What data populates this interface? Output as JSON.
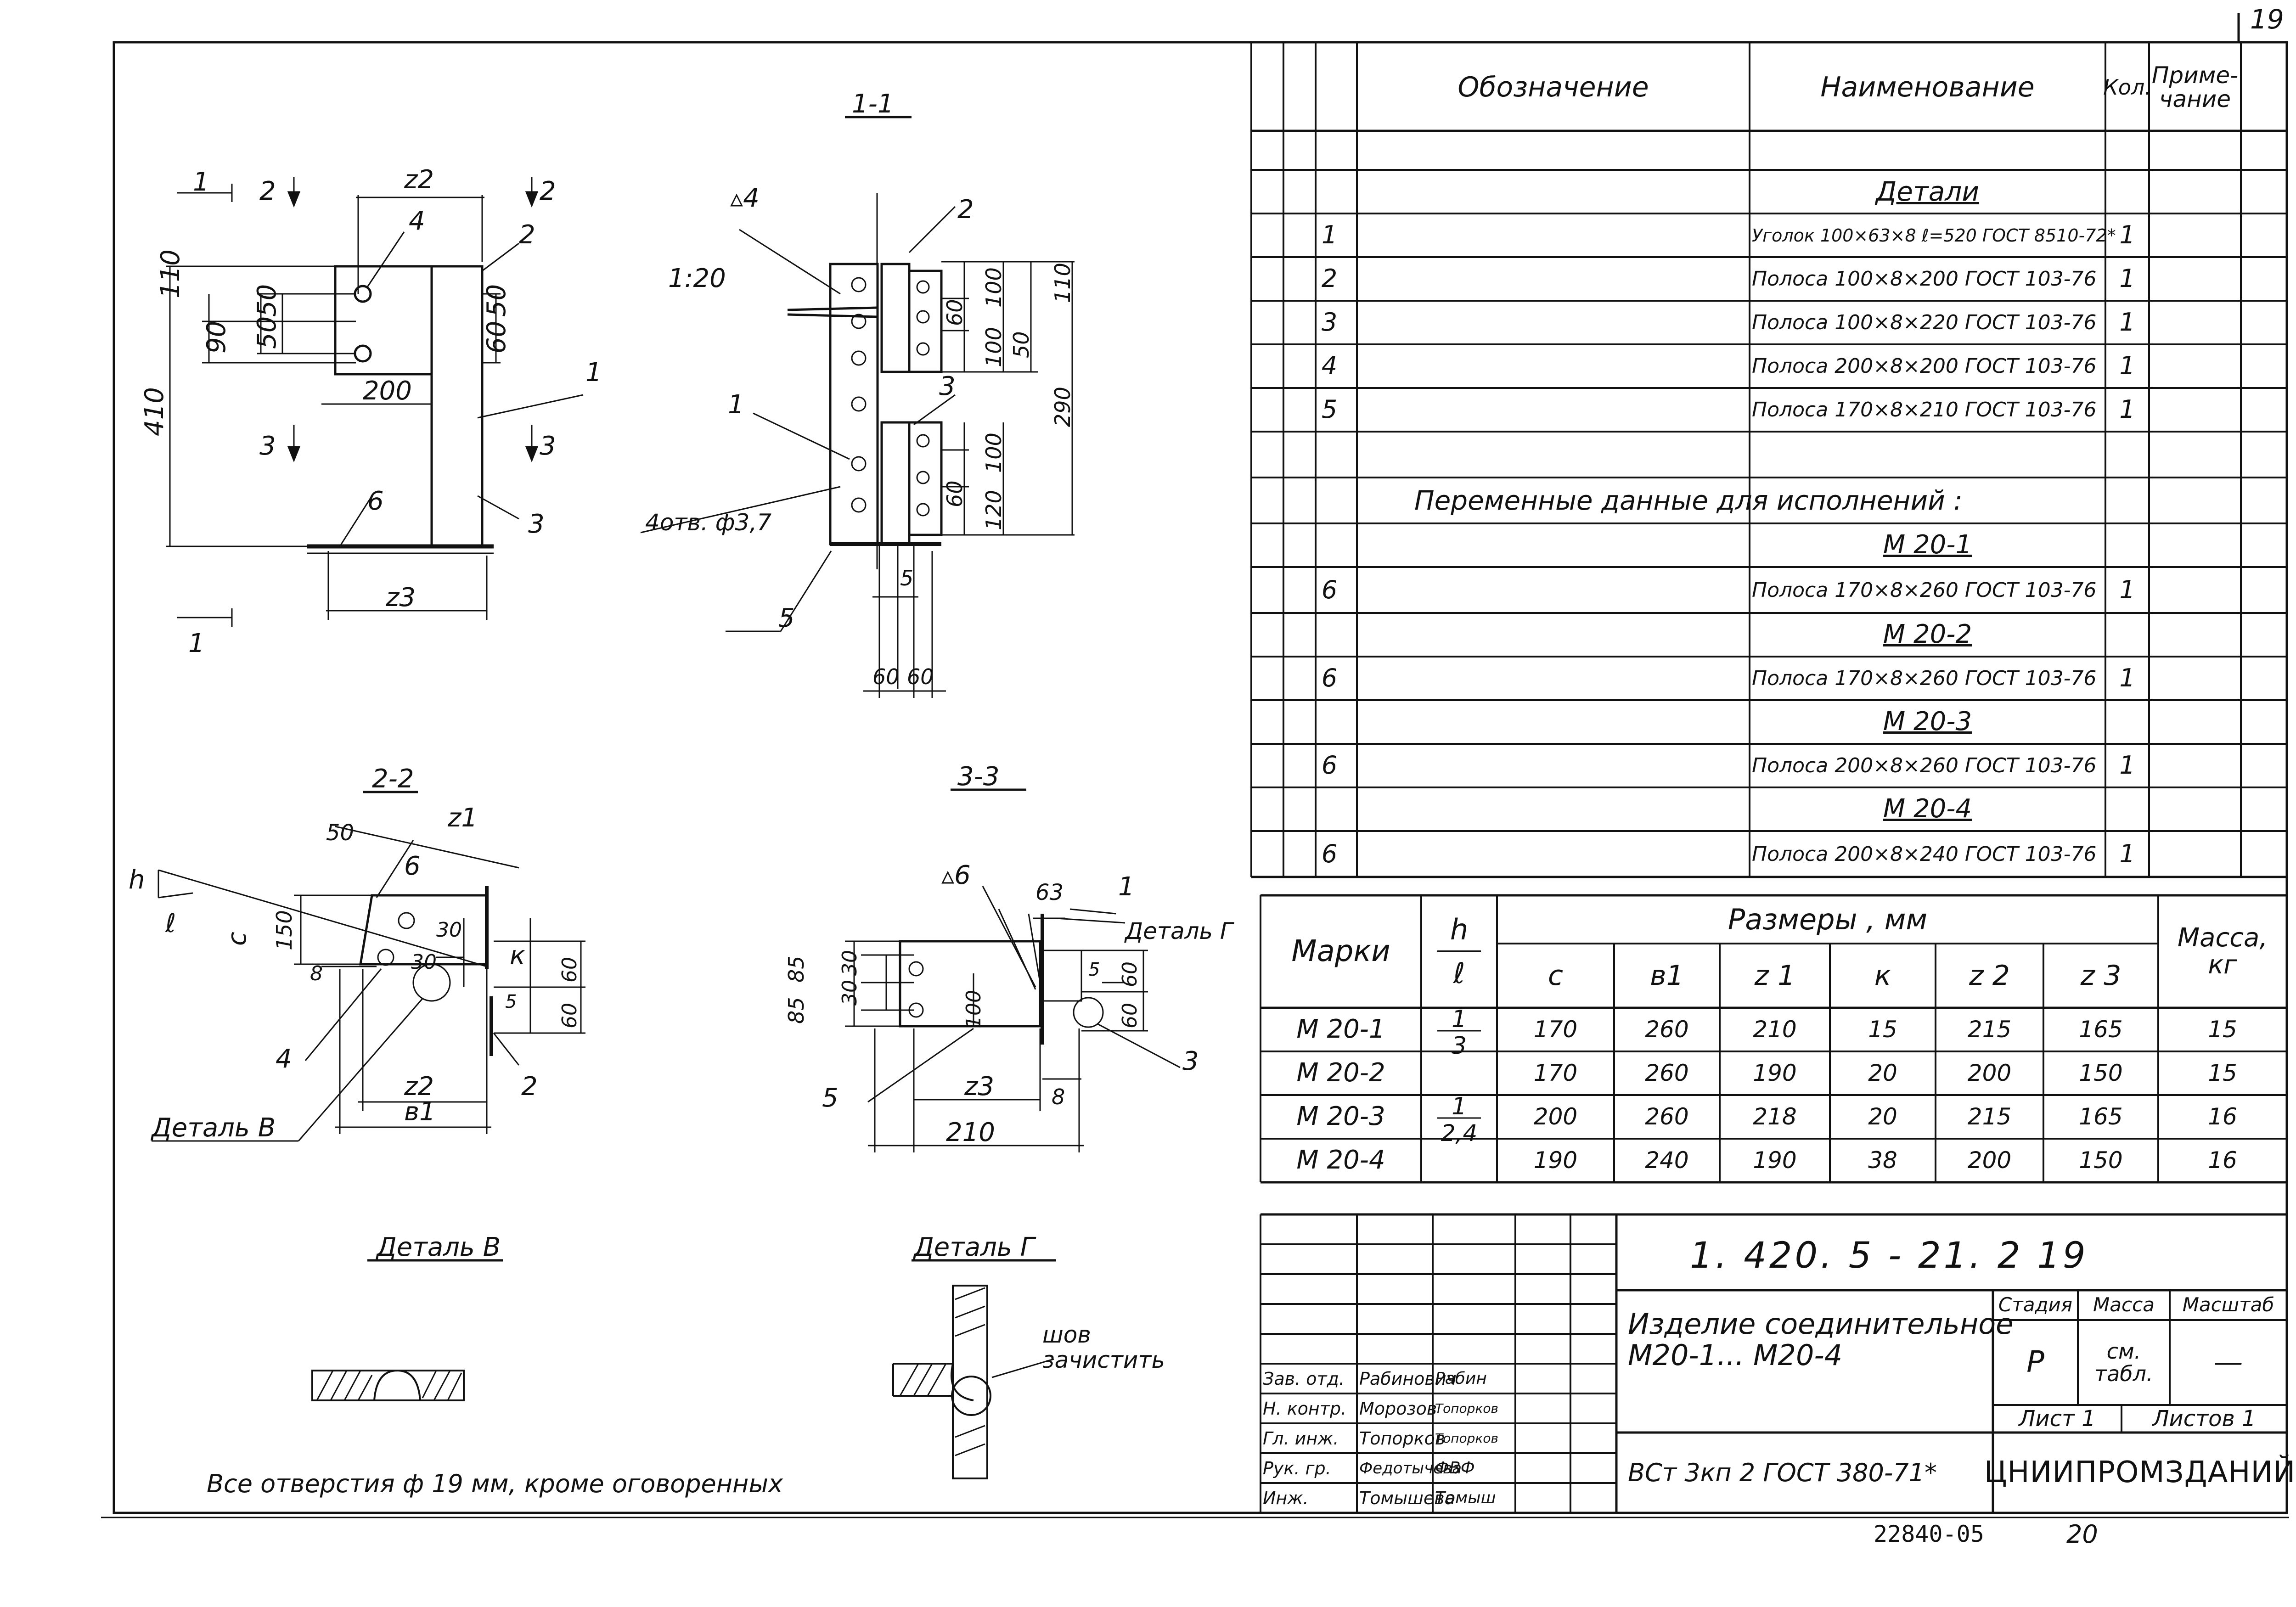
{
  "sheet": {
    "corner_number": "19",
    "stamp_number": "22840-05",
    "stamp_page": "20",
    "footnote": "Все отверстия ф 19 мм, кроме оговоренных"
  },
  "spec_table": {
    "headers": {
      "designation": "Обозначение",
      "name": "Наименование",
      "qty": "Кол.",
      "note": "Приме-\nчание"
    },
    "section_details": "Детали",
    "rows": [
      {
        "pos": "1",
        "name": "Уголок 100×63×8 ℓ=520 ГОСТ 8510-72*",
        "qty": "1"
      },
      {
        "pos": "2",
        "name": "Полоса 100×8×200 ГОСТ 103-76",
        "qty": "1"
      },
      {
        "pos": "3",
        "name": "Полоса 100×8×220 ГОСТ 103-76",
        "qty": "1"
      },
      {
        "pos": "4",
        "name": "Полоса 200×8×200 ГОСТ 103-76",
        "qty": "1"
      },
      {
        "pos": "5",
        "name": "Полоса 170×8×210 ГОСТ 103-76",
        "qty": "1"
      }
    ],
    "variable_title": "Переменные данные для исполнений :",
    "variants": [
      {
        "label": "М 20-1",
        "pos": "6",
        "name": "Полоса 170×8×260 ГОСТ 103-76",
        "qty": "1"
      },
      {
        "label": "М 20-2",
        "pos": "6",
        "name": "Полоса 170×8×260 ГОСТ 103-76",
        "qty": "1"
      },
      {
        "label": "М 20-3",
        "pos": "6",
        "name": "Полоса 200×8×260 ГОСТ 103-76",
        "qty": "1"
      },
      {
        "label": "М 20-4",
        "pos": "6",
        "name": "Полоса 200×8×240 ГОСТ 103-76",
        "qty": "1"
      }
    ]
  },
  "dims_table": {
    "marks_header": "Марки",
    "h_header": "h",
    "l_header": "ℓ",
    "sizes_header": "Размеры , мм",
    "mass_header": "Масса,\nкг",
    "cols": [
      "c",
      "в1",
      "z 1",
      "к",
      "z 2",
      "z 3"
    ],
    "ratio_1": {
      "num": "1",
      "den": "3"
    },
    "ratio_2": {
      "num": "1",
      "den": "2,4"
    },
    "rows": [
      {
        "mark": "М 20-1",
        "c": "170",
        "b1": "260",
        "z1": "210",
        "k": "15",
        "z2": "215",
        "z3": "165",
        "mass": "15"
      },
      {
        "mark": "М 20-2",
        "c": "170",
        "b1": "260",
        "z1": "190",
        "k": "20",
        "z2": "200",
        "z3": "150",
        "mass": "15"
      },
      {
        "mark": "М 20-3",
        "c": "200",
        "b1": "260",
        "z1": "218",
        "k": "20",
        "z2": "215",
        "z3": "165",
        "mass": "16"
      },
      {
        "mark": "М 20-4",
        "c": "190",
        "b1": "240",
        "z1": "190",
        "k": "38",
        "z2": "200",
        "z3": "150",
        "mass": "16"
      }
    ]
  },
  "title_block": {
    "doc_code": "1. 420. 5 - 21. 2 19",
    "title": "Изделие соединительное\nМ20-1... М20-4",
    "material": "ВСт 3кп 2 ГОСТ 380-71*",
    "stage_label": "Стадия",
    "mass_label": "Масса",
    "scale_label": "Масштаб",
    "stage": "Р",
    "mass": "см.\nтабл.",
    "scale": "—",
    "sheet_label": "Лист 1",
    "sheets_label": "Листов 1",
    "org": "ЦНИИПРОМЗДАНИЙ",
    "signers": [
      {
        "role": "Зав. отд.",
        "name": "Рабинович",
        "sign": "Рабин"
      },
      {
        "role": "Н. контр.",
        "name": "Морозов",
        "sign": "Топорков"
      },
      {
        "role": "Гл. инж.",
        "name": "Топорков",
        "sign": "Топорков"
      },
      {
        "role": "Рук. гр.",
        "name": "Федотычева",
        "sign": "ФВФ"
      },
      {
        "role": "Инж.",
        "name": "Томышева",
        "sign": "Томыш"
      }
    ]
  },
  "drawings": {
    "main": {
      "section_1": "1",
      "section_2": "2",
      "section_3": "3",
      "z2": "z2",
      "z3": "z3",
      "dim_110": "110",
      "dim_90": "90",
      "dim_410": "410",
      "dim_50a": "50",
      "dim_50b": "50",
      "dim_60": "60",
      "dim_50c": "50",
      "dim_200": "200",
      "pos_4": "4",
      "pos_2": "2",
      "pos_1": "1",
      "pos_3": "3",
      "pos_6": "6"
    },
    "s11": {
      "title": "1-1",
      "weld": "▵4",
      "slope": "1:20",
      "holes": "4отв. ф3,7",
      "d60a": "60",
      "d100a": "100",
      "d110": "110",
      "d100b": "100",
      "d50": "50",
      "d290": "290",
      "d100c": "100",
      "d60b": "60",
      "d120": "120",
      "d5": "5",
      "d60c": "60",
      "d60d": "60",
      "p2": "2",
      "p1": "1",
      "p3": "3",
      "p5": "5"
    },
    "s22": {
      "title": "2-2",
      "h": "h",
      "l": "ℓ",
      "c": "c",
      "d50": "50",
      "z1": "z1",
      "p6": "6",
      "d150": "150",
      "d8": "8",
      "d30a": "30",
      "d30b": "30",
      "k": "к",
      "d60a": "60",
      "d60b": "60",
      "d5": "5",
      "p4": "4",
      "z2": "z2",
      "b1": "в1",
      "p2": "2",
      "detail": "Деталь В"
    },
    "s33": {
      "title": "3-3",
      "weld": "▵6",
      "d63": "63",
      "p1": "1",
      "detail": "Деталь Г",
      "d85a": "85",
      "d85b": "85",
      "d30a": "30",
      "d30b": "30",
      "d100": "100",
      "d5": "5",
      "d60a": "60",
      "d60b": "60",
      "z3": "z3",
      "d8": "8",
      "d210": "210",
      "p5": "5",
      "p3": "3"
    },
    "detail_b": {
      "title": "Деталь В"
    },
    "detail_g": {
      "title": "Деталь Г",
      "note": "шов\nзачистить"
    }
  }
}
